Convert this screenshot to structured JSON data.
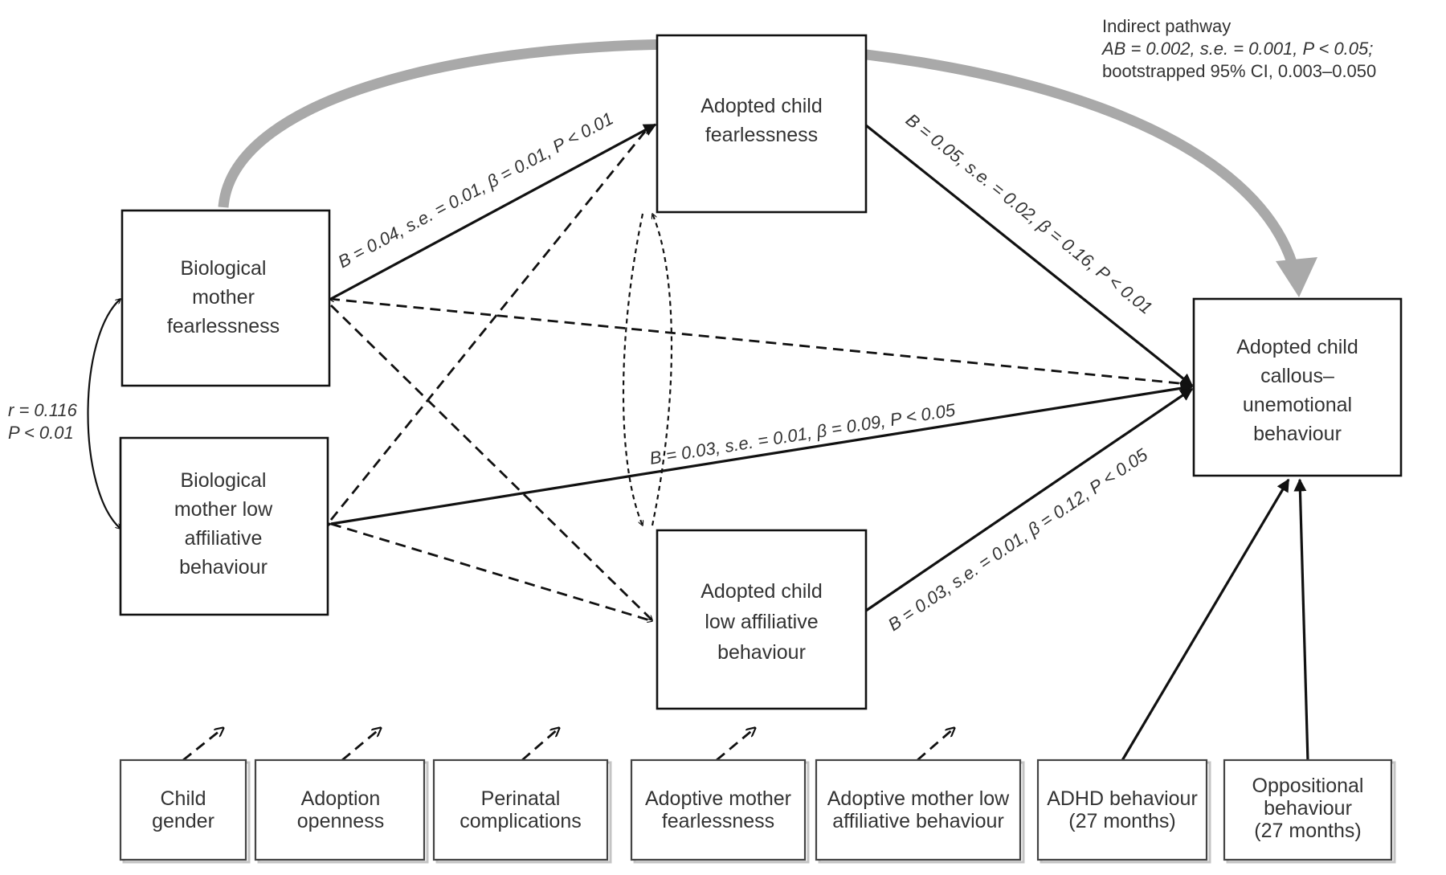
{
  "nodes": {
    "bio_fear": [
      "Biological",
      "mother",
      "fearlessness"
    ],
    "bio_low": [
      "Biological",
      "mother low",
      "affiliative",
      "behaviour"
    ],
    "child_fear": [
      "Adopted child",
      "fearlessness"
    ],
    "child_low": [
      "Adopted child",
      "low affiliative",
      "behaviour"
    ],
    "child_cu": [
      "Adopted child",
      "callous–",
      "unemotional",
      "behaviour"
    ]
  },
  "covariates": [
    {
      "id": "child-gender",
      "lines": [
        "Child",
        "gender"
      ]
    },
    {
      "id": "adoption-openness",
      "lines": [
        "Adoption",
        "openness"
      ]
    },
    {
      "id": "perinatal-complications",
      "lines": [
        "Perinatal",
        "complications"
      ]
    },
    {
      "id": "adoptive-mother-fearlessness",
      "lines": [
        "Adoptive mother",
        "fearlessness"
      ]
    },
    {
      "id": "adoptive-mother-low-affiliative",
      "lines": [
        "Adoptive mother low",
        "affiliative behaviour"
      ]
    },
    {
      "id": "adhd-behaviour",
      "lines": [
        "ADHD behaviour",
        "(27 months)"
      ]
    },
    {
      "id": "oppositional-behaviour",
      "lines": [
        "Oppositional",
        "behaviour",
        "(27 months)"
      ]
    }
  ],
  "correlation": {
    "line1": "r = 0.116",
    "line2": "P < 0.01"
  },
  "paths": {
    "a_fear": "B = 0.04, s.e. = 0.01, β = 0.01, P < 0.01",
    "b_fear": "B = 0.05, s.e. = 0.02, β = 0.16, P < 0.01",
    "direct_low": "B = 0.03, s.e. = 0.01, β = 0.09, P < 0.05",
    "b_low": "B = 0.03, s.e. = 0.01, β = 0.12, P < 0.05"
  },
  "indirect": {
    "title": "Indirect pathway",
    "line2": "AB = 0.002, s.e. = 0.001, P < 0.05;",
    "line3": "bootstrapped 95% CI, 0.003–0.050"
  },
  "colors": {
    "line": "#111111",
    "indirect_arrow": "#a9a9a9",
    "text": "#333333"
  }
}
